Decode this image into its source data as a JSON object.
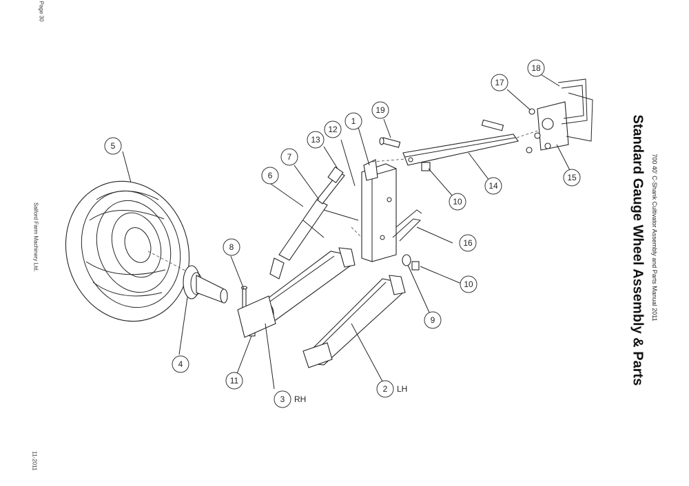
{
  "page_number": "Page 30",
  "company": "Salford Farm Machinery Ltd.",
  "date_code": "11-2011",
  "manual_title": "700 40' C-Shank Cultivator Assembly and Parts Manual 2011",
  "page_title": "Standard Gauge Wheel Assembly & Parts",
  "callouts": [
    "1",
    "2",
    "3",
    "4",
    "5",
    "6",
    "7",
    "8",
    "9",
    "10",
    "10",
    "11",
    "12",
    "13",
    "14",
    "15",
    "16",
    "17",
    "18",
    "19"
  ],
  "side_labels": [
    "RH",
    "LH"
  ]
}
